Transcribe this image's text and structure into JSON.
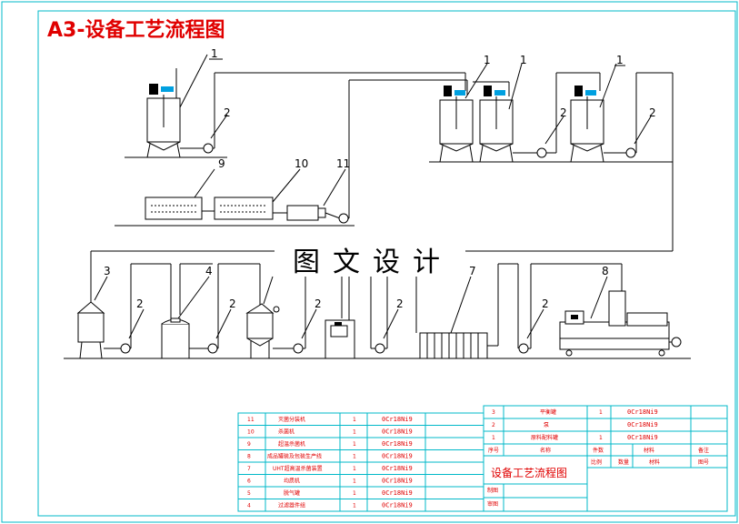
{
  "title": "A3-设备工艺流程图",
  "watermark": "图文设计",
  "drawing_name": "设备工艺流程图",
  "tag_numbers": {
    "mixing_tank_left": "1",
    "pump_top_left": "2",
    "mixing_tank_r1": "1",
    "mixing_tank_r2": "1",
    "mixing_tank_r3": "1",
    "pump_top_mid": "2",
    "pump_top_right": "2",
    "unit_9": "9",
    "unit_10": "10",
    "unit_11": "11",
    "unit_3": "3",
    "unit_4": "4",
    "unit_7": "7",
    "unit_8": "8",
    "pump_b1": "2",
    "pump_b2": "2",
    "pump_b3": "2",
    "pump_b4": "2",
    "pump_b5": "2"
  },
  "parts_left": [
    {
      "no": "11",
      "name": "灭菌分装机",
      "qty": "1",
      "material": "0Cr18Ni9"
    },
    {
      "no": "10",
      "name": "杀菌机",
      "qty": "1",
      "material": "0Cr18Ni9"
    },
    {
      "no": "9",
      "name": "超温杀菌机",
      "qty": "1",
      "material": "0Cr18Ni9"
    },
    {
      "no": "8",
      "name": "成品罐装及包装生产线",
      "qty": "1",
      "material": "0Cr18Ni9"
    },
    {
      "no": "7",
      "name": "UHT超高温杀菌装置",
      "qty": "1",
      "material": "0Cr18Ni9"
    },
    {
      "no": "6",
      "name": "均质机",
      "qty": "1",
      "material": "0Cr18Ni9"
    },
    {
      "no": "5",
      "name": "脱气罐",
      "qty": "1",
      "material": "0Cr18Ni9"
    },
    {
      "no": "4",
      "name": "过滤器件组",
      "qty": "1",
      "material": "0Cr18Ni9"
    }
  ],
  "parts_right": [
    {
      "no": "3",
      "name": "平衡罐",
      "qty": "1",
      "material": "0Cr18Ni9"
    },
    {
      "no": "2",
      "name": "泵",
      "qty": "",
      "material": "0Cr18Ni9"
    },
    {
      "no": "1",
      "name": "原料配料罐",
      "qty": "1",
      "material": "0Cr18Ni9"
    }
  ],
  "header_cells": {
    "seq": "序号",
    "name": "名称",
    "qty": "件数",
    "material": "材料",
    "remark": "备注"
  },
  "info_cells": {
    "ratio_label": "比例",
    "count_label": "数量",
    "material_label": "材料",
    "drawing_no_label": "图号",
    "design_label": "制图",
    "review_label": "审图"
  }
}
